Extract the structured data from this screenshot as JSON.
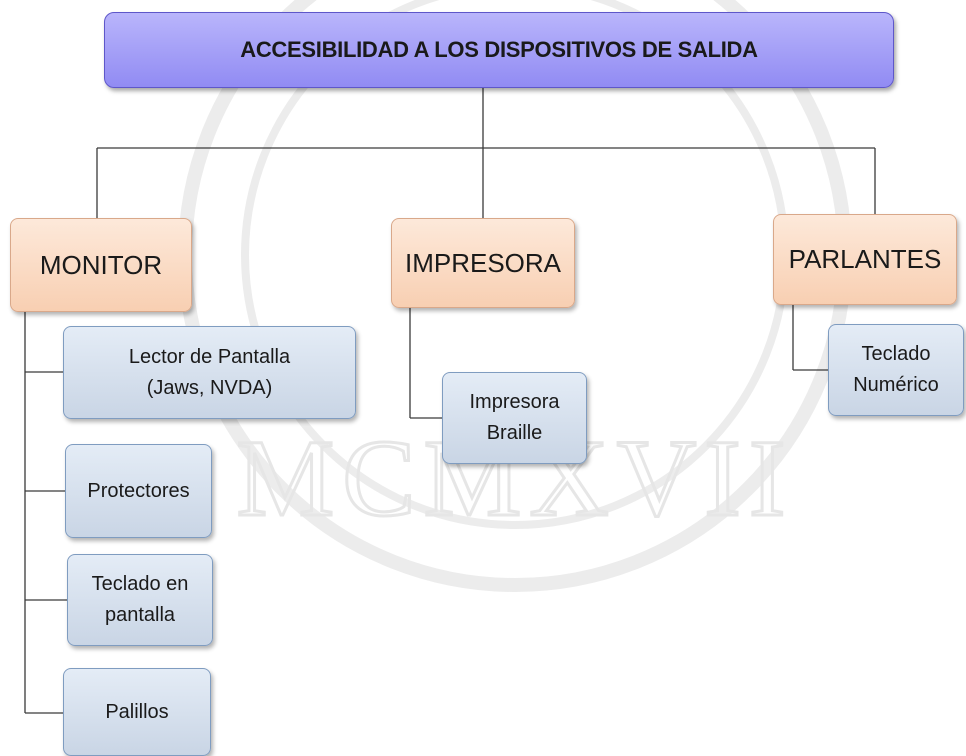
{
  "diagram": {
    "root": {
      "title": "ACCESIBILIDAD A LOS DISPOSITIVOS DE SALIDA"
    },
    "categories": [
      {
        "label": "MONITOR",
        "items": [
          {
            "lines": [
              "Lector de Pantalla",
              "(Jaws, NVDA)"
            ]
          },
          {
            "lines": [
              "Protectores"
            ]
          },
          {
            "lines": [
              "Teclado en",
              "pantalla"
            ]
          },
          {
            "lines": [
              "Palillos"
            ]
          }
        ]
      },
      {
        "label": "IMPRESORA",
        "items": [
          {
            "lines": [
              "Impresora",
              "Braille"
            ]
          }
        ]
      },
      {
        "label": "PARLANTES",
        "items": [
          {
            "lines": [
              "Teclado",
              "Numérico"
            ]
          }
        ]
      }
    ],
    "watermark": {
      "text": "MCMXVII"
    },
    "colors": {
      "root_fill": "#a39ff7",
      "category_fill": "#fbdcc6",
      "item_fill": "#d6e0ed",
      "connector": "#3a3a3a"
    }
  }
}
